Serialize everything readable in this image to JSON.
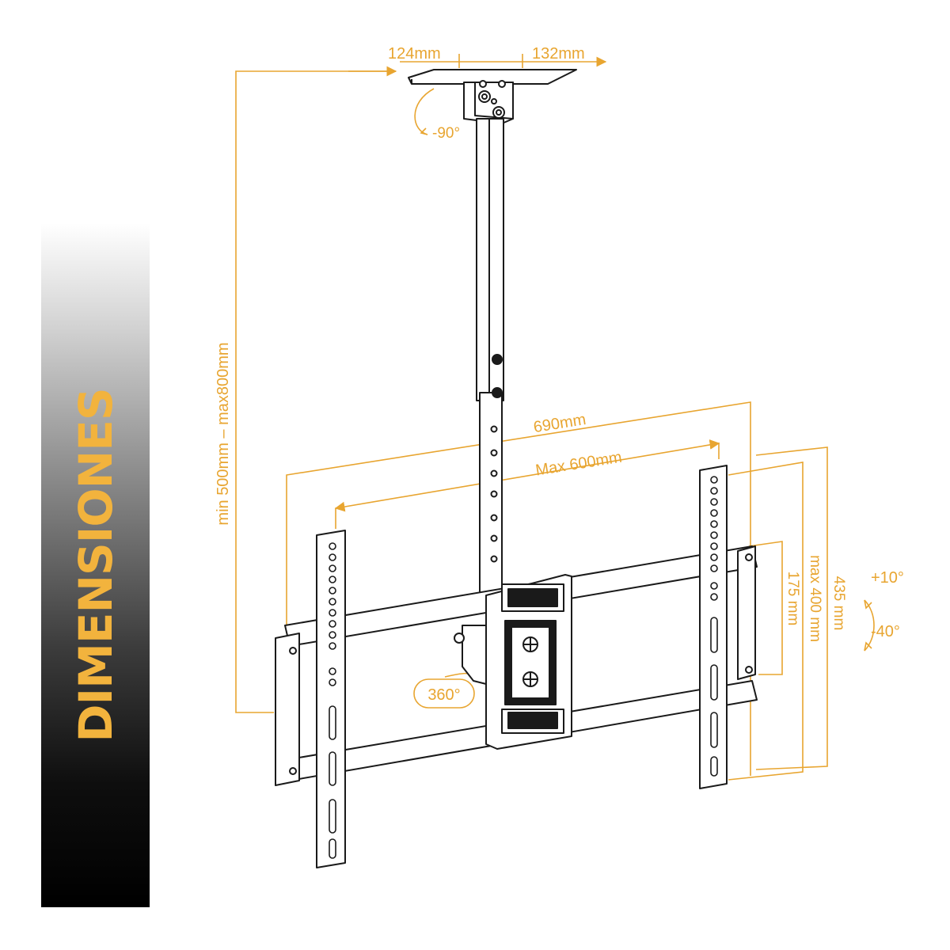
{
  "banner": {
    "label": "DIMENSIONES"
  },
  "colors": {
    "accent": "#F2B33D",
    "line": "#1a1a1a",
    "dimension": "#E8A530"
  },
  "dimensions": {
    "plate_left": "124mm",
    "plate_right": "132mm",
    "tilt_ceiling": "-90°",
    "pole_height": "min 500mm – max800mm",
    "width_690": "690mm",
    "width_max600": "Max 600mm",
    "h175": "175 mm",
    "h400": "max 400 mm",
    "h435": "435 mm",
    "tilt_up": "+10°",
    "tilt_down": "-40°",
    "swivel": "360°"
  }
}
